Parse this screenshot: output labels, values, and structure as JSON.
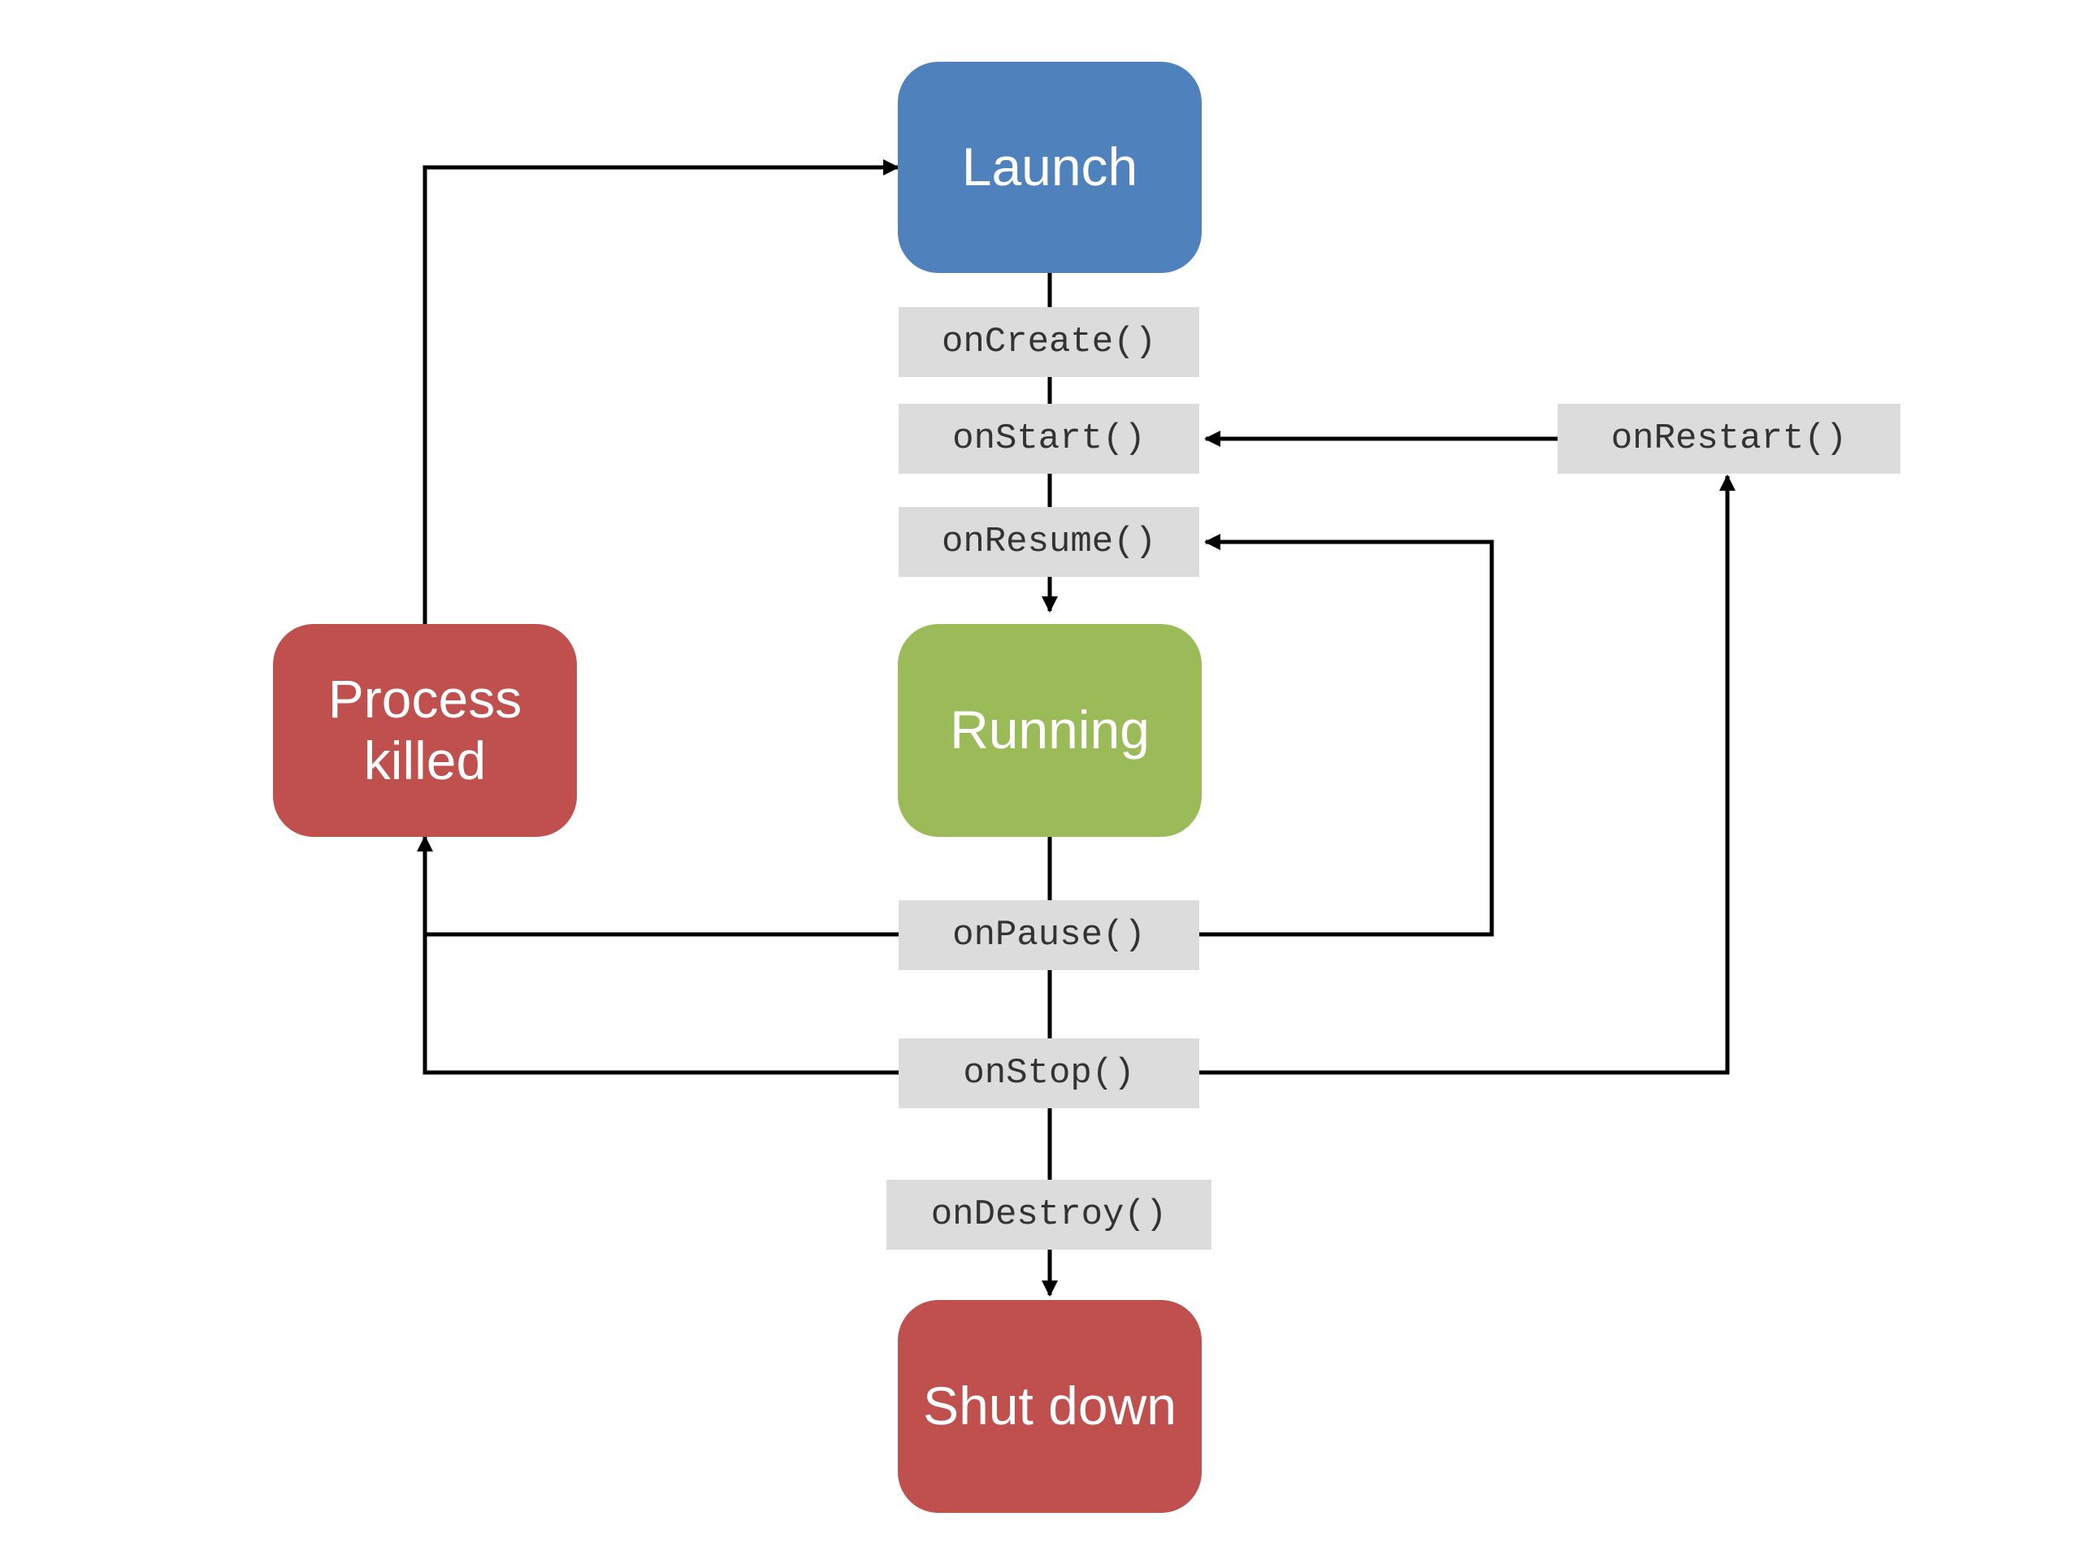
{
  "colors": {
    "launch": "#4f81bd",
    "running": "#9bbb59",
    "killed": "#c0504d",
    "shutdown": "#c0504d",
    "label_bg": "#dcdcdc",
    "connector": "#000000"
  },
  "states": {
    "launch": "Launch",
    "running": "Running",
    "process_killed": "Process\nkilled",
    "shut_down": "Shut down"
  },
  "methods": {
    "on_create": "onCreate()",
    "on_start": "onStart()",
    "on_resume": "onResume()",
    "on_pause": "onPause()",
    "on_stop": "onStop()",
    "on_destroy": "onDestroy()",
    "on_restart": "onRestart()"
  }
}
